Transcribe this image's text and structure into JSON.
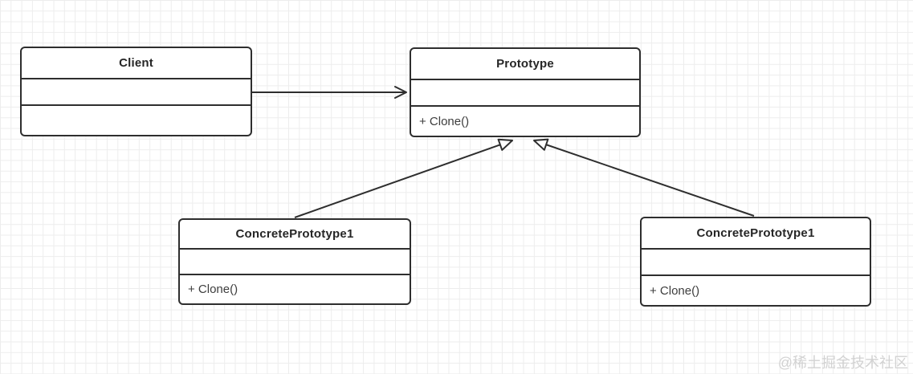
{
  "diagram": {
    "type": "uml-class-diagram",
    "pattern": "Prototype",
    "classes": {
      "client": {
        "name": "Client",
        "attributes": "",
        "methods": ""
      },
      "prototype": {
        "name": "Prototype",
        "attributes": "",
        "methods": "+ Clone()"
      },
      "concrete_left": {
        "name": "ConcretePrototype1",
        "attributes": "",
        "methods": "+ Clone()"
      },
      "concrete_right": {
        "name": "ConcretePrototype1",
        "attributes": "",
        "methods": "+ Clone()"
      }
    },
    "relations": [
      {
        "from": "Client",
        "to": "Prototype",
        "type": "association",
        "arrowhead": "open"
      },
      {
        "from": "ConcretePrototype1 (left)",
        "to": "Prototype",
        "type": "generalization",
        "arrowhead": "hollow-triangle"
      },
      {
        "from": "ConcretePrototype1 (right)",
        "to": "Prototype",
        "type": "generalization",
        "arrowhead": "hollow-triangle"
      }
    ]
  },
  "watermark": {
    "text": "@稀土掘金技术社区"
  },
  "colors": {
    "line": "#2e2e2e",
    "grid": "#ededed",
    "background": "#ffffff",
    "watermark": "#d2d2d2"
  }
}
